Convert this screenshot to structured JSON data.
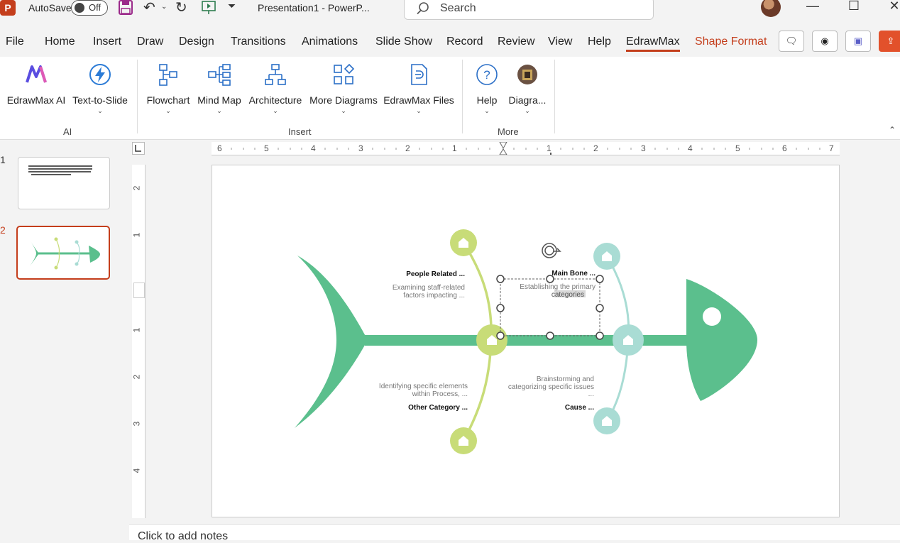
{
  "titlebar": {
    "app_logo": "P",
    "autosave_label": "AutoSave",
    "autosave_state": "Off",
    "document_title": "Presentation1  -  PowerP...",
    "search_placeholder": "Search"
  },
  "tabs": [
    "File",
    "Home",
    "Insert",
    "Draw",
    "Design",
    "Transitions",
    "Animations",
    "Slide Show",
    "Record",
    "Review",
    "View",
    "Help",
    "EdrawMax",
    "Shape Format"
  ],
  "active_tab": "EdrawMax",
  "ribbon": {
    "ai_group": {
      "label": "AI",
      "buttons": [
        "EdrawMax AI",
        "Text-to-Slide"
      ]
    },
    "insert_group": {
      "label": "Insert",
      "buttons": [
        "Flowchart",
        "Mind Map",
        "Architecture",
        "More Diagrams",
        "EdrawMax Files"
      ]
    },
    "more_group": {
      "label": "More",
      "buttons": [
        "Help",
        "Diagra..."
      ]
    }
  },
  "slides": {
    "numbers": [
      "1",
      "2"
    ],
    "selected": "2"
  },
  "rulers": {
    "horizontal": [
      "6",
      "5",
      "4",
      "3",
      "2",
      "1",
      "0",
      "1",
      "2",
      "3",
      "4",
      "5",
      "6",
      "7"
    ],
    "vertical": [
      "2",
      "1",
      "1",
      "2",
      "3",
      "4"
    ]
  },
  "fishbone": {
    "top_left": {
      "title": "People  Related   ...",
      "desc1": "Examining staff-related",
      "desc2": "factors impacting   ..."
    },
    "top_right": {
      "title": "Main Bone   ...",
      "desc1": "Establishing the primary",
      "desc2": "categories"
    },
    "bottom_left": {
      "desc1": "Identifying specific elements",
      "desc2": "within Process,   ...",
      "title": "Other Category   ..."
    },
    "bottom_right": {
      "desc1": "Brainstorming  and",
      "desc2": "categorizing  specific issues",
      "desc3": "...",
      "title": "Cause   ..."
    },
    "colors": {
      "body": "#5bbf8d",
      "yellow_green": "#c8dc78",
      "teal_light": "#a9dcd4"
    }
  },
  "notes_placeholder": "Click to add notes"
}
